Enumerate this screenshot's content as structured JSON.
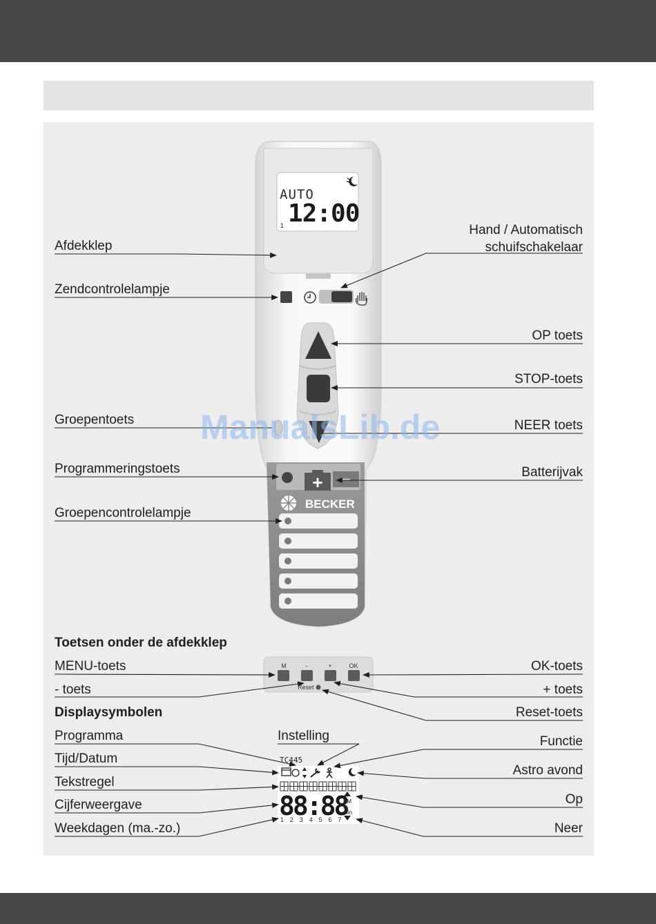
{
  "device": {
    "lcd_mode": "AUTO",
    "lcd_time": "12:00",
    "lcd_channel": "1",
    "brand": "BECKER",
    "plus_symbol": "+",
    "minus_symbol": "−"
  },
  "labels_left": {
    "afdekklep": "Afdekklep",
    "zendcontrolelampje": "Zendcontrolelampje",
    "groepentoets": "Groepentoets",
    "programmeringstoets": "Programmeringstoets",
    "groepencontrolelampje": "Groepencontrolelampje"
  },
  "labels_right": {
    "hand_automatisch_line1": "Hand / Automatisch",
    "hand_automatisch_line2": "schuifschakelaar",
    "op_toets": "OP toets",
    "stop_toets": "STOP-toets",
    "neer_toets": "NEER toets",
    "batterijvak": "Batterijvak"
  },
  "cover_section": {
    "heading": "Toetsen onder de afdekklep",
    "menu_toets": "MENU-toets",
    "min_toets": "- toets",
    "ok_toets": "OK-toets",
    "plus_toets": "+ toets",
    "reset_toets": "Reset-toets",
    "key_m": "M",
    "key_minus": "-",
    "key_plus": "+",
    "key_ok": "OK",
    "reset_label": "Reset"
  },
  "display_section": {
    "heading": "Displaysymbolen",
    "programma": "Programma",
    "instelling": "Instelling",
    "functie": "Functie",
    "tijd_datum": "Tijd/Datum",
    "astro_avond": "Astro avond",
    "tekstregel": "Tekstregel",
    "op": "Op",
    "cijferweergave": "Cijferweergave",
    "neer": "Neer",
    "weekdagen": "Weekdagen (ma.-zo.)",
    "model": "TC445",
    "lcd_digits": "88:88",
    "lcd_pm": "PM",
    "lcd_s": "s",
    "lcd_min": "min",
    "weekday_numbers": "1 2 3 4 5 6 7"
  },
  "watermark": "ManualsLib.de",
  "icons": [
    "moon-icon",
    "clock-icon",
    "hand-icon",
    "up-arrow-icon",
    "stop-square-icon",
    "down-arrow-icon",
    "battery-icon",
    "becker-logo-icon",
    "wrench-icon",
    "person-icon",
    "calendar-icon"
  ],
  "colors": {
    "bar": "#484848",
    "panel": "#ededed",
    "header_band": "#e4e4e4",
    "device_body": "#f5f5f5",
    "device_dark": "#7a7a7a",
    "watermark": "#8cb6ee"
  }
}
